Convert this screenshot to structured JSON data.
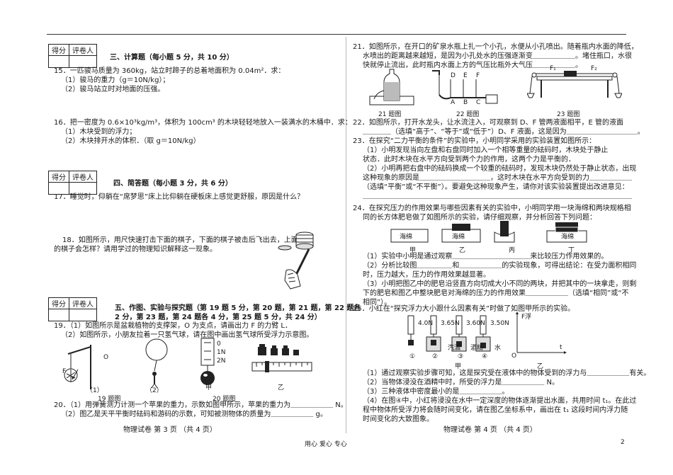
{
  "left": {
    "score_table": {
      "col1": "得分",
      "col2": "评卷人"
    },
    "section3_title": "三、计算题（每小题 5 分，共 10 分）",
    "q15": [
      "15．一匹骏马质量为 360kg，站立时蹄子的总着地面积为 0.04m²．求：",
      "（1）骏马的重力（g＝10N/kg）；",
      "（2）骏马站立时对地面的压强。"
    ],
    "q16": [
      "16．把一密度为 0.6×10³kg/m³，体积为 100cm³ 的木块轻轻地放入一装满水的木桶中．求：",
      "（1）木块受到的浮力；",
      "（2）木块排开水的体积．（取 g＝10N/kg）"
    ],
    "score_table2": {
      "col1": "得分",
      "col2": "评卷人"
    },
    "section4_title": "四、简答题（每小题 3 分，共 6 分）",
    "q17": "17．睡觉时，仰躺在“席梦思”床上比仰躺在硬板床上感觉更舒服，原因是什么？",
    "q18": [
      "18．如图所示，用尺快速打击下面的棋子，下面的棋子被击后飞出去，上面",
      "的棋子会怎样？请用学过的物理知识解释这一现象。"
    ],
    "score_table3": {
      "col1": "得分",
      "col2": "评卷人"
    },
    "section5_title": [
      "五、作图、实验与探究题（第 19 题 5 分，第 20 题，第 21 题，第 22 题各",
      "2 分，第 23 题，第 24 题各 4 分，第 25 题 5 分，共 24 分）"
    ],
    "q19": [
      "19．（1）如图所示是盆栽植物的支撑架，O 为支点，请画出力 F 的力臂 L．",
      "（2）如图所示，小朋友拉着一只氢气球，请在图中画出氢气球所受浮力示意图。"
    ],
    "fig19_labels": [
      "F",
      "O",
      "（1）",
      "（2）"
    ],
    "fig20_labels": [
      "甲",
      "乙"
    ],
    "fig20_scale": [
      "0",
      "1N",
      "2N"
    ],
    "caption19": "19 题图",
    "caption20": "20 题图",
    "q20": [
      "20．（1）用弹簧测力计测一个苹果的重力，示数如图甲所示，苹果的重力为＿＿＿＿＿＿ N。",
      "（2）图乙是天平平衡时砝码和游码的示数，可知被测物体的质量为＿＿＿＿＿＿ g。"
    ],
    "footer": "物理试卷    第 3 页    （共 4 页）"
  },
  "right": {
    "q21": [
      "21．如图所示，在开口的矿泉水瓶上扎一个小孔，水便从小孔喷出。随着瓶内水面的降低，",
      "水喷出的距离越来越短，是因为小孔处水的压强逐渐变＿＿＿＿＿＿。堵住瓶口，水很",
      "快就停止流出，此时瓶内水面上方的气压比瓶外大气压＿＿＿＿＿＿。"
    ],
    "fig22_letters": [
      "D",
      "E",
      "F",
      "A",
      "B",
      "C"
    ],
    "fig23_labels": [
      "F₁",
      "F₂"
    ],
    "captions": [
      "21 题图",
      "22 题图",
      "23 题图"
    ],
    "q22": [
      "22．如图所示，打开水龙头，让水流注入，可观察到 D、F 管两液面相平，E 管的液面",
      "＿＿＿＿（选填“高于”、“等于”或“低于”）D、F 液面，这是因为＿＿＿＿＿＿＿＿＿＿。"
    ],
    "q23": [
      "23．在探究“二力平衡的条件”的实验中，小明同学采用的实验装置如图所示：",
      "（1）小明发现当向左盘和右盘同时加入一个相等重量的砝码时，木块处于静止",
      "状态．此时木块在水平方向受到两个力的作用，这两个力是平衡的．",
      "（2）小明再把右盘中的砝码换成一个较重的砝码时，发现木块仍然处于静止状态，出现",
      "这种现象的原因是＿＿＿＿＿＿＿＿＿＿，这时木块在水平方向受到的力＿＿＿＿＿＿",
      "（选填“平衡”或“不平衡”）。要避免这种现象产生，请你对该实验装置提出改进意见：",
      "＿＿＿＿＿＿＿＿＿＿＿＿＿＿＿＿＿＿＿＿＿＿＿＿＿＿＿＿＿＿＿＿＿＿＿＿＿＿"
    ],
    "q24": [
      "24．在探究压力的作用效果与哪些因素有关的实验中，小明同学用一块海绵和两块规格相",
      "同的长方体肥皂做了如图所示的实验，请仔细观察，并分析回答下列问题："
    ],
    "fig24_sponge": "海绵",
    "fig24_labels": [
      "甲",
      "乙",
      "丙",
      "丁"
    ],
    "q24_parts": [
      "（1）实验中小明是通过观察＿＿＿＿＿＿＿＿＿＿＿来比较压力作用效果的。",
      "（2）分析比较图＿＿＿＿＿和＿＿＿＿＿＿的实验现象，可得出结论：在受力面积相同",
      "时，压力越大，压力的作用效果越显著。",
      "（3）小明把图乙中的肥皂沿竖直方向切成大小不同的两块，并把其中的一块拿走，则剩",
      "下的肥皂和图乙中整块肥皂对海绵的压力的作用效果＿＿＿＿＿＿（选填“相同”或“不",
      "相同”）。"
    ],
    "q25": "25．小红在“探究浮力大小跟什么因素有关”时做了如图甲所示的实验。",
    "fig25_readings": [
      "4.0N",
      "3.65N",
      "3.60N",
      "3.50N"
    ],
    "fig25_liquids": [
      "汽油",
      "酒精",
      "水"
    ],
    "fig25_nums": [
      "①",
      "②",
      "③",
      "④"
    ],
    "fig25_axis": {
      "y": "F浮",
      "x": "t",
      "origin": "O"
    },
    "fig25_captions": [
      "甲",
      "乙"
    ],
    "q25_parts": [
      "（1）通过观察实验步骤可知，这是探究受在液体中的物体受到的浮力与＿＿＿＿＿＿有关。",
      "（2）当物体浸没在酒精中时，所受的浮力是＿＿＿＿＿＿ N。",
      "（3）三种液体中密度最小的是＿＿＿＿＿＿。",
      "（4）在图④中，小红将浸没在水中一定深度的物体逐渐提出水面，共用时间 t₁。在此过",
      "程中物体所受浮力将会随时间变化，请在图乙坐标系中，画出在 t₁ 这段时间内浮力随",
      "时间变化的大致图象。"
    ],
    "footer": "物理试卷    第 4 页    （共 4 页）"
  },
  "bottom": {
    "watermark": "用心    爱心    专心",
    "page_num": "2"
  }
}
